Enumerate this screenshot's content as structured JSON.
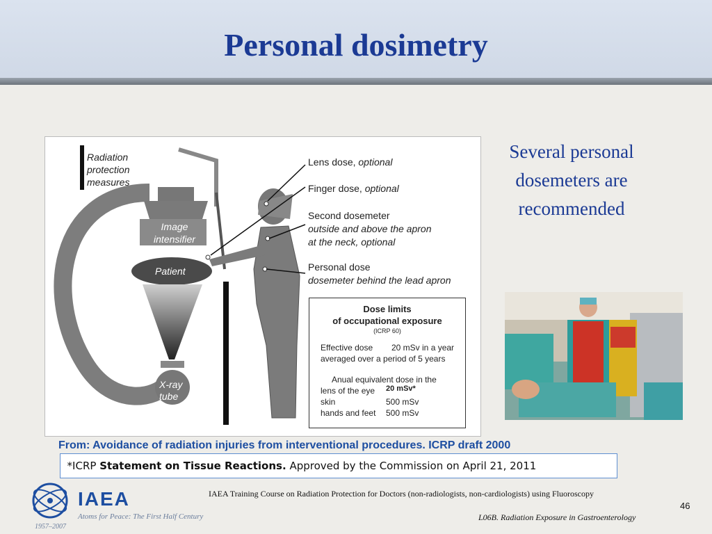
{
  "slide": {
    "title": "Personal dosimetry",
    "side_text": "Several personal dosemeters are recommended"
  },
  "figure": {
    "radiation_measures": [
      "Radiation",
      "protection",
      "measures"
    ],
    "image_intensifier": [
      "Image",
      "intensifier"
    ],
    "patient": "Patient",
    "xray_tube": [
      "X-ray",
      "tube"
    ],
    "lens_dose": "Lens dose,",
    "lens_optional": "optional",
    "finger_dose": "Finger dose,",
    "finger_optional": "optional",
    "second_dosemeter": "Second dosemeter",
    "second_line2": "outside and above the apron",
    "second_line3": "at the neck, optional",
    "personal_dose": "Personal dose",
    "personal_line2": "dosemeter behind the lead apron",
    "dose_limits": {
      "title1": "Dose limits",
      "title2": "of occupational exposure",
      "ref": "(ICRP 60)",
      "effective_label": "Effective dose",
      "effective_value": "20 mSv in a year",
      "effective_period": "averaged over a period of 5 years",
      "annual_label": "Anual equivalent dose in the",
      "lens_label": "lens of the eye",
      "lens_value": "20 mSv*",
      "skin_label": "skin",
      "skin_value": "500 mSv",
      "hands_label": "hands and feet",
      "hands_value": "500 mSv"
    }
  },
  "source": {
    "from": "From: Avoidance of radiation injuries from interventional procedures. ICRP draft 2000",
    "icrp_prefix": "*ICRP ",
    "icrp_bold": "Statement on Tissue Reactions.",
    "icrp_rest": " Approved by the Commission on April 21, 2011"
  },
  "footer": {
    "logo_text": "IAEA",
    "tagline": "Atoms for Peace: The First Half Century",
    "years": "1957–2007",
    "course": "IAEA Training Course on Radiation Protection for Doctors (non-radiologists, non-cardiologists) using Fluoroscopy",
    "page_number": "46",
    "lecture": "L06B. Radiation Exposure in Gastroenterology"
  },
  "colors": {
    "title_blue": "#1b3a94",
    "link_blue": "#1d4ea1",
    "figure_gray": "#808080"
  }
}
